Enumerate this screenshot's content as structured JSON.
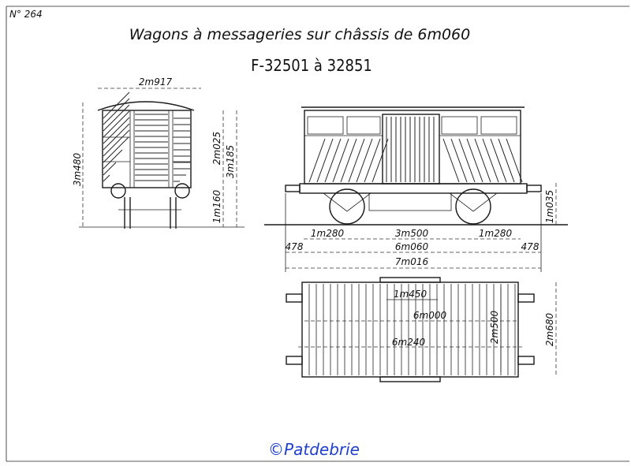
{
  "sheet_number": "N° 264",
  "title": "Wagons à messageries sur châssis de 6m060",
  "subtitle": "F-32501 à 32851",
  "end_view": {
    "width_dim": "2m917",
    "total_height_dim": "3m480",
    "body_height_dim": "2m025",
    "floor_height_dim": "1m160",
    "roof_height_dim": "3m185"
  },
  "side_view": {
    "buffer_height_dim": "1m035",
    "overhang_left_dim": "1m280",
    "wheelbase_dim": "3m500",
    "overhang_right_dim": "1m280",
    "buffer_left_dim": "478",
    "frame_length_dim": "6m060",
    "buffer_right_dim": "478",
    "total_length_dim": "7m016"
  },
  "plan_view": {
    "door_width_dim": "1m450",
    "inner_length_dim": "6m000",
    "outer_length_dim": "6m240",
    "inner_width_dim": "2m500",
    "outer_width_dim": "2m680"
  },
  "watermark": "©Patdebrie"
}
